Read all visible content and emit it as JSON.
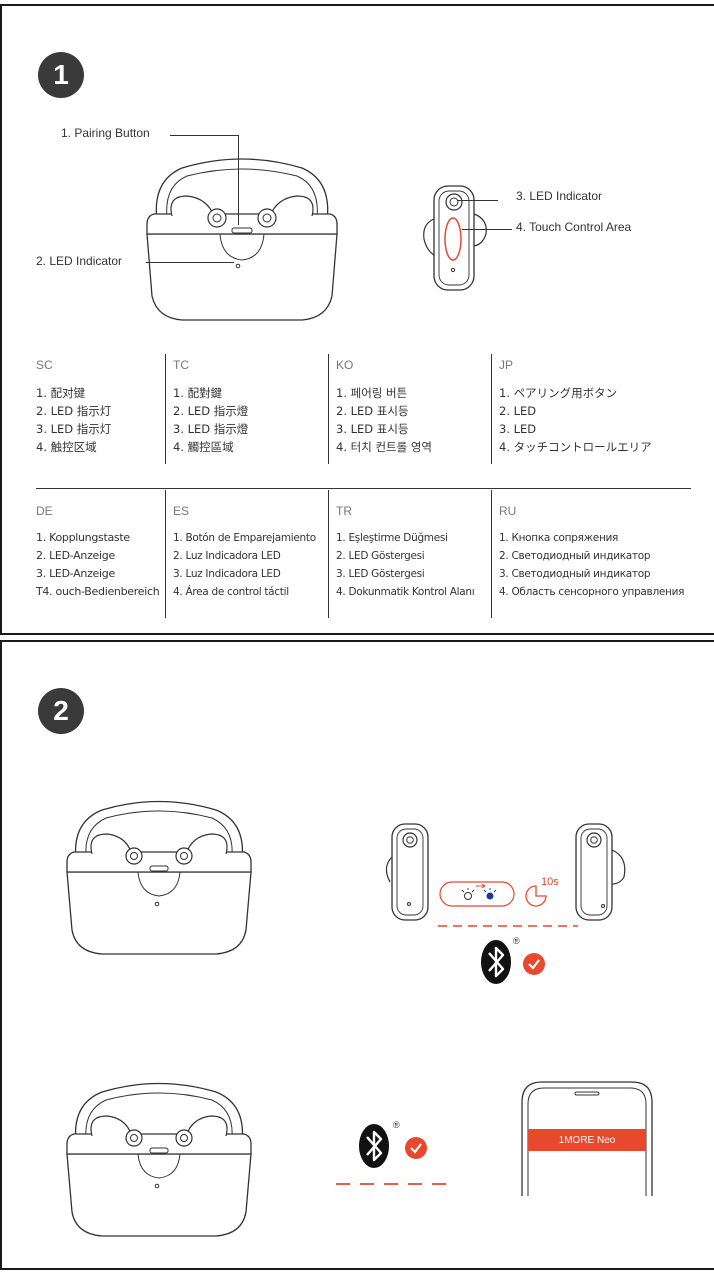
{
  "steps": [
    "1",
    "2"
  ],
  "diagram1": {
    "pairing_button": "1. Pairing Button",
    "led_indicator_case": "2. LED Indicator",
    "led_indicator_bud": "3. LED Indicator",
    "touch_control": "4. Touch Control Area"
  },
  "languages": [
    {
      "code": "SC",
      "items": [
        "1. 配对键",
        "2. LED 指示灯",
        "3. LED 指示灯",
        "4. 触控区域"
      ]
    },
    {
      "code": "TC",
      "items": [
        "1. 配對鍵",
        "2. LED 指示燈",
        "3. LED 指示燈",
        "4. 觸控區域"
      ]
    },
    {
      "code": "KO",
      "items": [
        "1. 페어링 버튼",
        "2. LED 표시등",
        "3. LED 표시등",
        "4. 터치 컨트롤 영역"
      ]
    },
    {
      "code": "JP",
      "items": [
        "1. ペアリング用ボタン",
        "2. LED",
        "3. LED",
        "4. タッチコントロールエリア"
      ]
    },
    {
      "code": "DE",
      "items": [
        "1. Kopplungstaste",
        "2. LED-Anzeige",
        "3. LED-Anzeige",
        "T4. ouch-Bedienbereich"
      ]
    },
    {
      "code": "ES",
      "items": [
        "1. Botón de Emparejamiento",
        "2. Luz Indicadora LED",
        "3. Luz Indicadora LED",
        "4. Área de control táctil"
      ]
    },
    {
      "code": "TR",
      "items": [
        "1. Eşleştirme Düğmesi",
        "2. LED Göstergesi",
        "3. LED Göstergesi",
        "4. Dokunmatik Kontrol Alanı"
      ]
    },
    {
      "code": "RU",
      "items": [
        "1. Кнопка сопряжения",
        "2. Светодиодный индикатор",
        "3. Светодиодный индикатор",
        "4. Область сенсорного управления"
      ]
    }
  ],
  "diagram2": {
    "timer_label": "10s",
    "phone_device_name": "1MORE Neo",
    "registered_mark": "®",
    "colors": {
      "accent": "#e8482c",
      "blue": "#1a3c8c",
      "dark": "#1a1a1a"
    }
  }
}
